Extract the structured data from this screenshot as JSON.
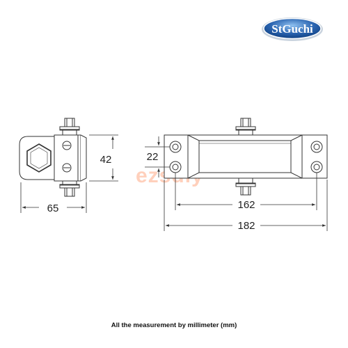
{
  "logo": {
    "text": "StGuchi",
    "trademark": "TM"
  },
  "watermark": {
    "text": "ezsdiy"
  },
  "side_view": {
    "width_mm": "65",
    "height_mm": "42"
  },
  "front_view": {
    "hole_spacing_vertical_mm": "22",
    "hole_spacing_horizontal_mm": "162",
    "overall_length_mm": "182"
  },
  "footnote": "All the measurement by millimeter (mm)",
  "colors": {
    "line": "#333333",
    "logo_dark": "#0b3a7a",
    "logo_light": "#6fa6e0"
  }
}
